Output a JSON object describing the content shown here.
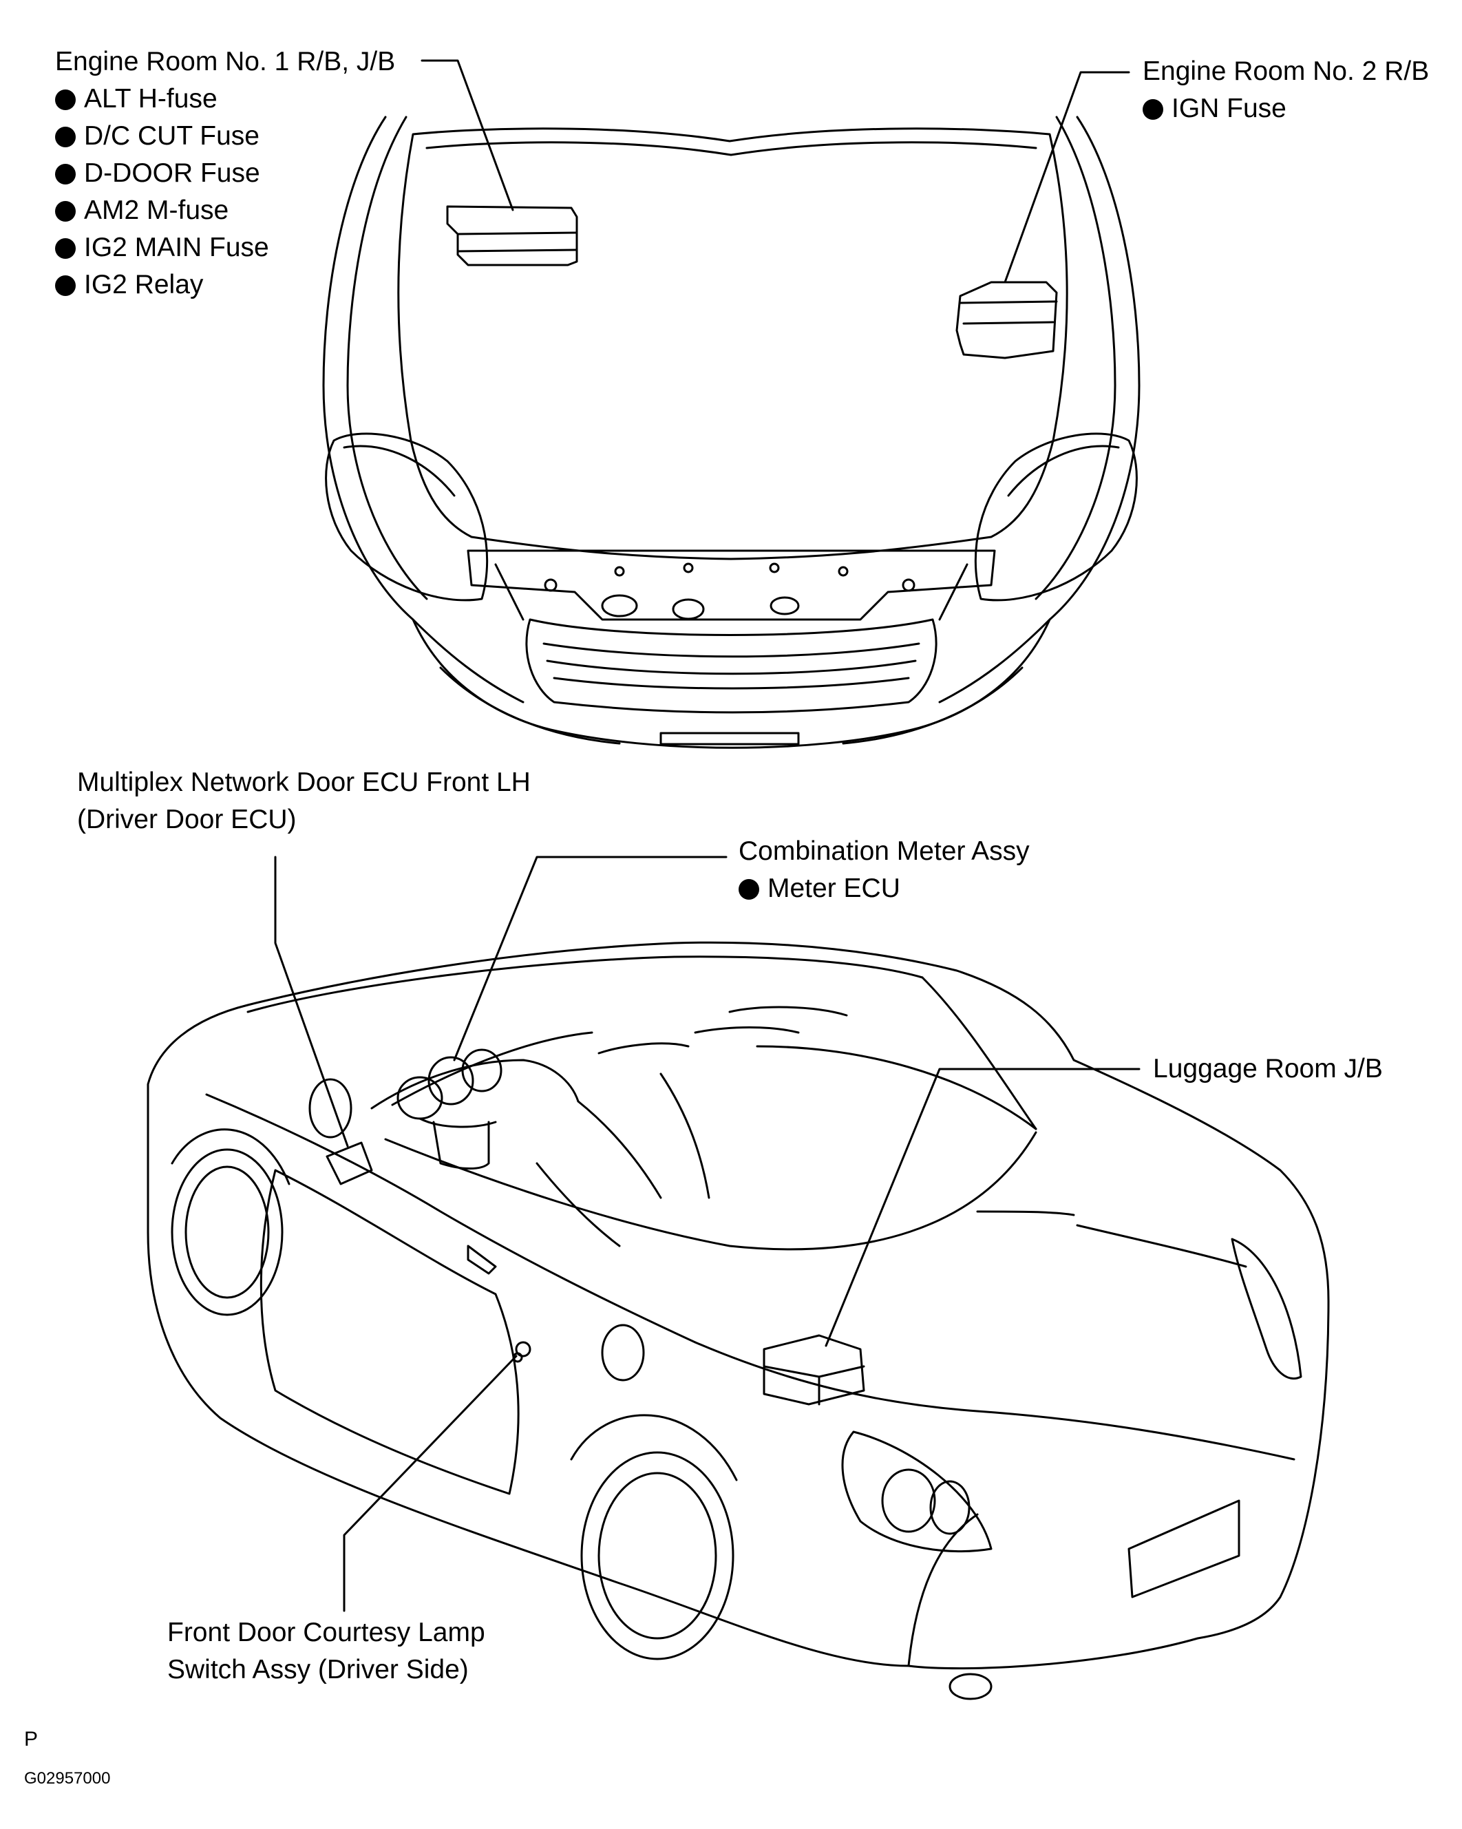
{
  "engine_room_1": {
    "title": "Engine Room No. 1 R/B, J/B",
    "items": [
      "ALT  H-fuse",
      "D/C CUT Fuse",
      "D-DOOR Fuse",
      "AM2  M-fuse",
      "IG2 MAIN Fuse",
      "IG2 Relay"
    ]
  },
  "engine_room_2": {
    "title": "Engine Room No. 2 R/B",
    "items": [
      "IGN Fuse"
    ]
  },
  "door_ecu": {
    "line1": "Multiplex Network Door ECU Front LH",
    "line2": "(Driver Door ECU)"
  },
  "meter": {
    "title": "Combination Meter Assy",
    "items": [
      "Meter ECU"
    ]
  },
  "luggage": {
    "title": "Luggage Room J/B"
  },
  "courtesy": {
    "line1": "Front Door Courtesy Lamp",
    "line2": "Switch Assy (Driver Side)"
  },
  "footer": {
    "mark": "P",
    "code": "G02957000"
  }
}
